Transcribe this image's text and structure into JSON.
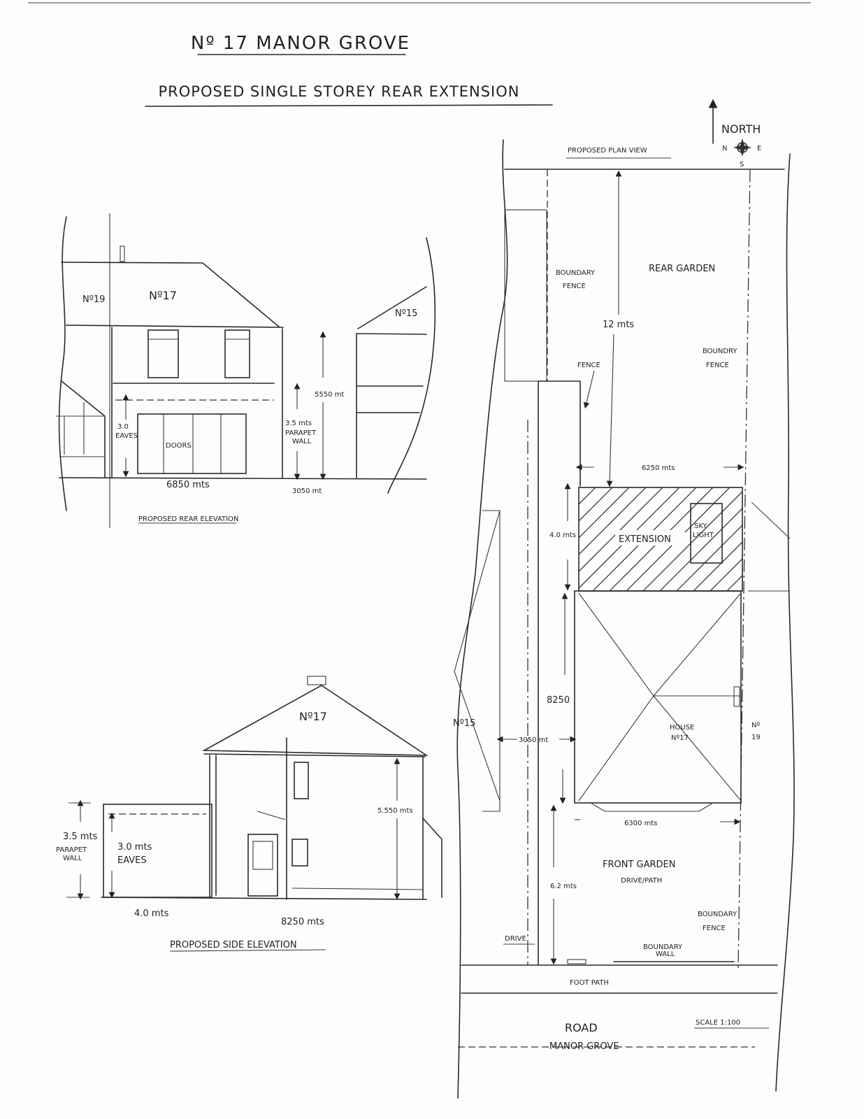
{
  "header": {
    "title": "Nº 17 MANOR GROVE",
    "subtitle": "PROPOSED SINGLE STOREY REAR EXTENSION"
  },
  "compass": {
    "north_label": "NORTH",
    "n": "N",
    "e": "E",
    "s": "S"
  },
  "rear_elevation": {
    "caption": "PROPOSED REAR ELEVATION",
    "no19": "Nº19",
    "no17": "Nº17",
    "no15": "Nº15",
    "eaves_dim": "3.0",
    "eaves_label": "EAVES",
    "doors": "DOORS",
    "parapet_dim": "3.5 mts",
    "parapet_label1": "PARAPET",
    "parapet_label2": "WALL",
    "height_dim": "5550 mt",
    "width_dim": "6850 mts",
    "side_dim": "3050 mt"
  },
  "side_elevation": {
    "caption": "PROPOSED SIDE ELEVATION",
    "no17": "Nº17",
    "parapet_dim": "3.5 mts",
    "parapet_label1": "PARAPET",
    "parapet_label2": "WALL",
    "eaves_dim": "3.0 mts",
    "eaves_label": "EAVES",
    "height_dim": "5.550 mts",
    "ext_dim": "4.0 mts",
    "house_dim": "8250 mts"
  },
  "plan_view": {
    "caption": "PROPOSED PLAN VIEW",
    "boundary_fence_left1": "BOUNDARY",
    "boundary_fence_left2": "FENCE",
    "rear_garden": "REAR GARDEN",
    "garden_dim": "12 mts",
    "boundary_fence_right1": "BOUNDRY",
    "boundary_fence_right2": "FENCE",
    "fence": "FENCE",
    "plot_width": "6250 mts",
    "extension": "EXTENSION",
    "skylight1": "SKY",
    "skylight2": "LIGHT",
    "ext_depth": "4.0 mts",
    "house_depth": "8250",
    "no15": "Nº15",
    "side_gap": "3050 mt",
    "house1": "HOUSE",
    "house2": "Nº17",
    "no19a": "Nº",
    "no19b": "19",
    "front_width": "6300 mts",
    "front_garden": "FRONT GARDEN",
    "drive_path": "DRIVE/PATH",
    "front_depth": "6.2 mts",
    "boundary_fence_front1": "BOUNDARY",
    "boundary_fence_front2": "FENCE",
    "drive": "DRIVE",
    "boundary_wall1": "BOUNDARY",
    "boundary_wall2": "WALL",
    "foot_path": "FOOT PATH",
    "road": "ROAD",
    "road_name": "MANOR GROVE",
    "scale": "SCALE 1:100"
  }
}
